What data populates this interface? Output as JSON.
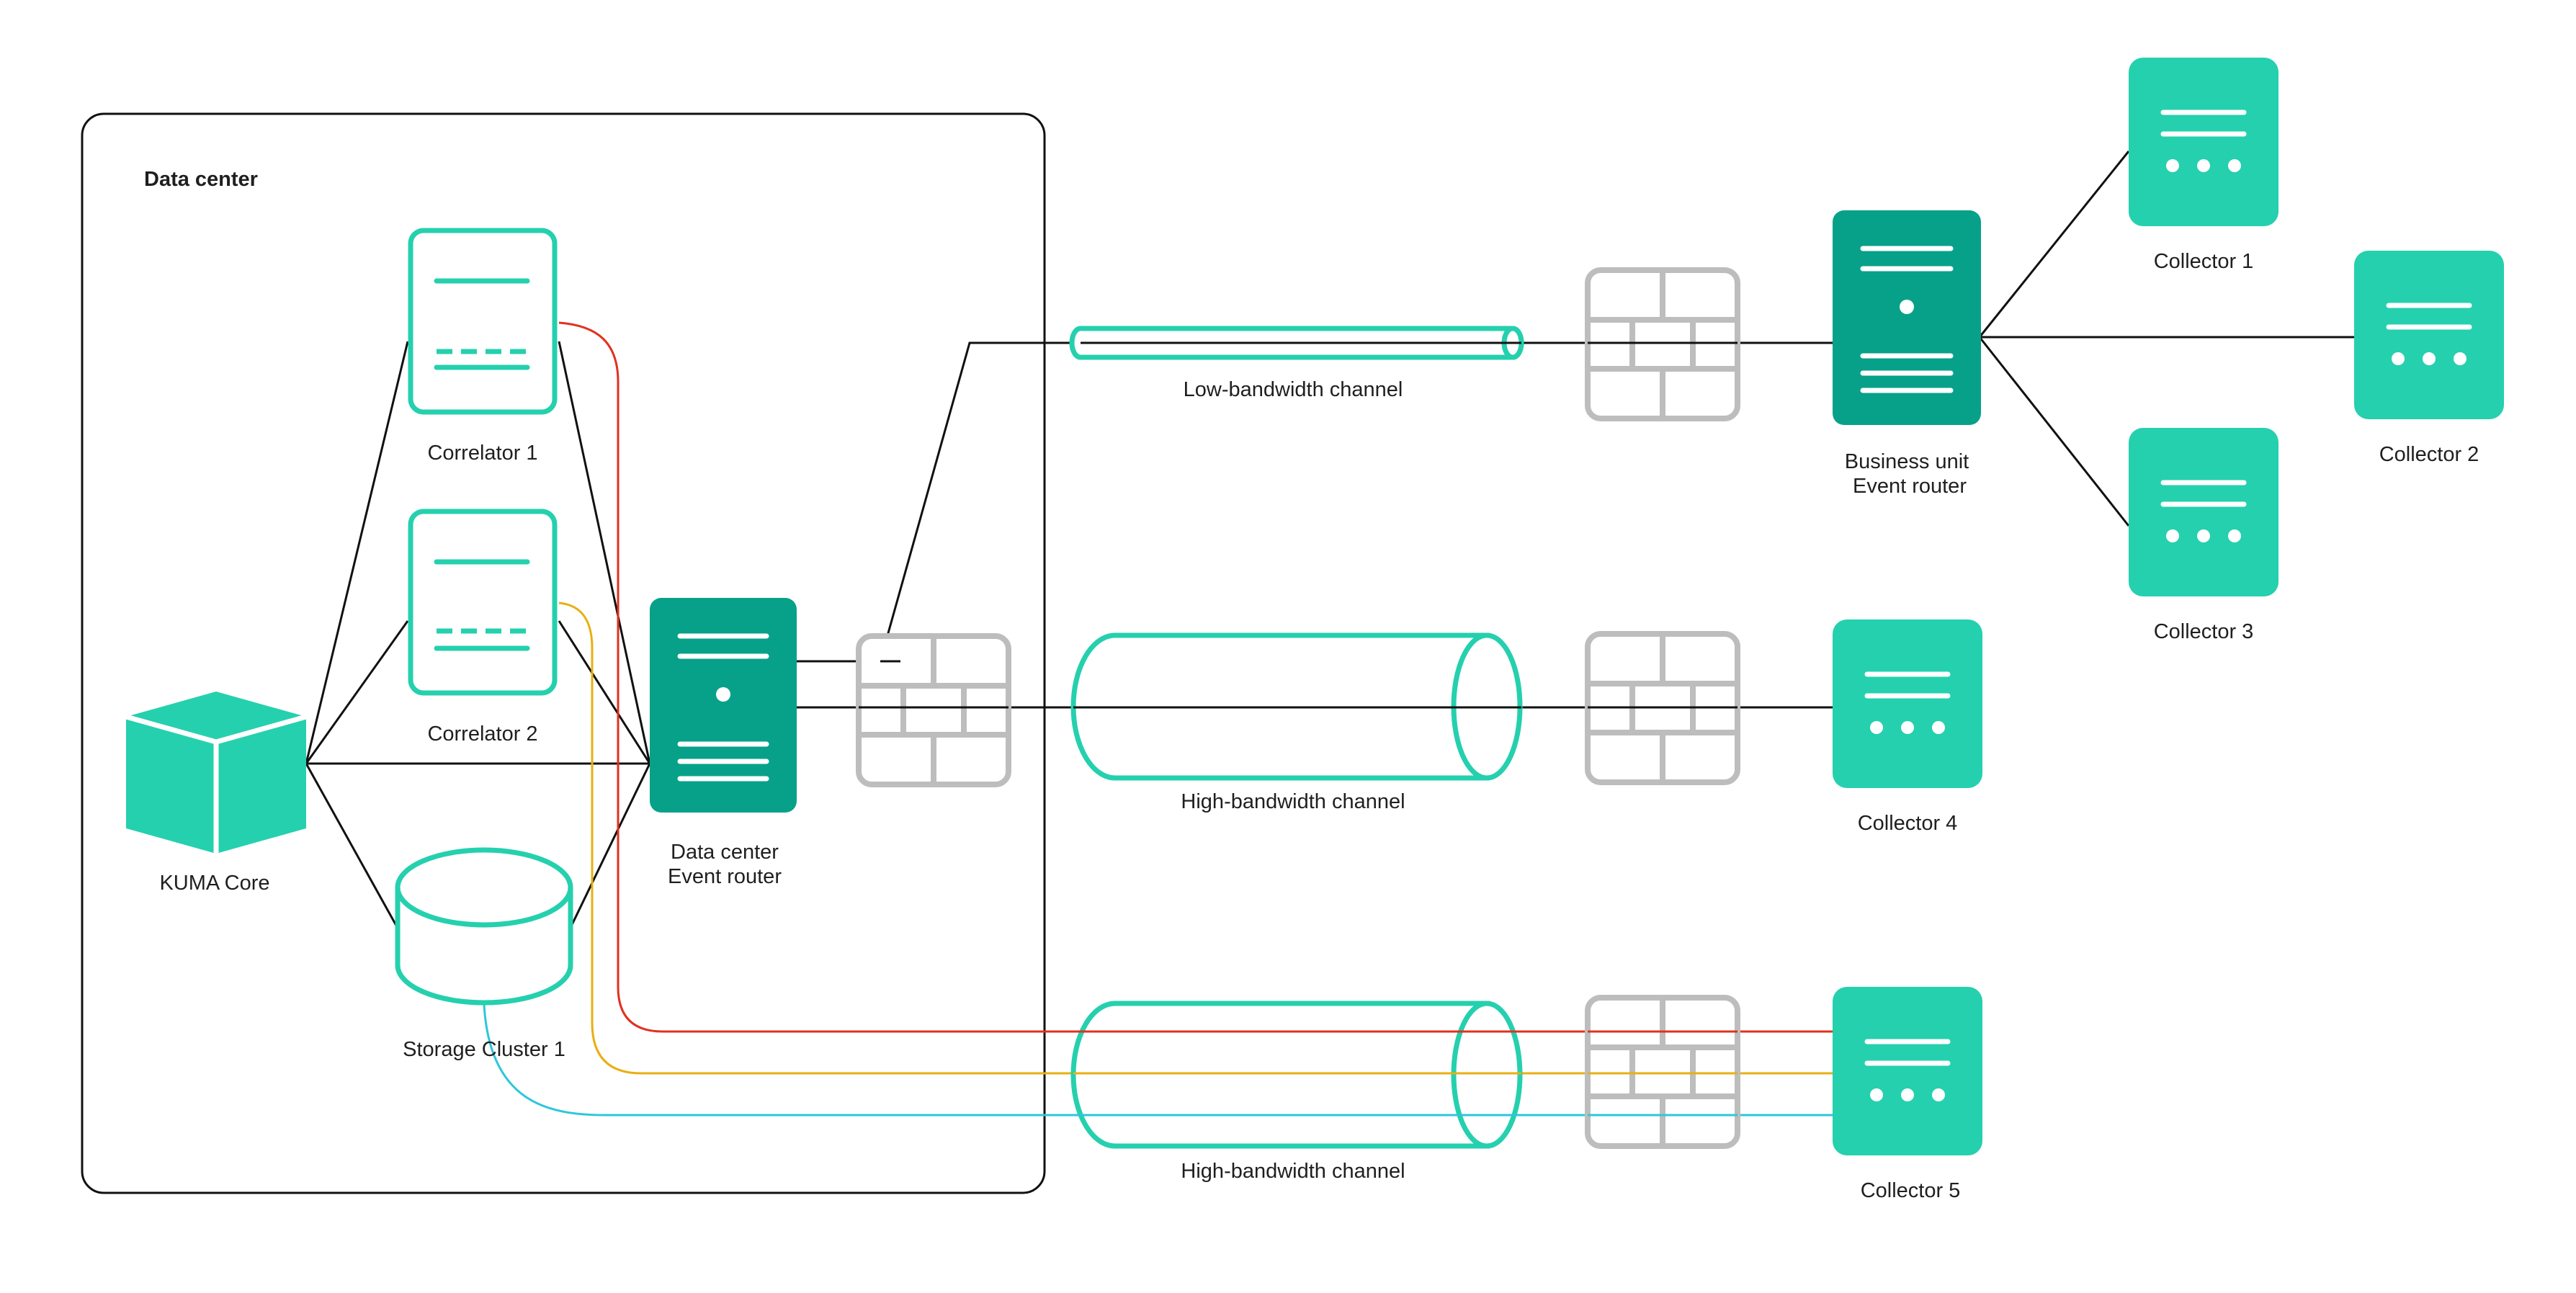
{
  "colors": {
    "teal": "#25D0AE",
    "teal_dark": "#07A189",
    "firewall_gray": "#BDBDBD",
    "line": "#111111",
    "red_link": "#E2301E",
    "yellow_link": "#E8AF12",
    "cyan_link": "#2CC7D9"
  },
  "datacenter": {
    "label": "Data center"
  },
  "nodes": {
    "kuma_core": {
      "label": "KUMA Core",
      "icon": "cube-icon"
    },
    "correlator_1": {
      "label": "Correlator 1",
      "icon": "server-outline-icon"
    },
    "correlator_2": {
      "label": "Correlator 2",
      "icon": "server-outline-icon"
    },
    "storage_cluster_1": {
      "label": "Storage Cluster 1",
      "icon": "database-cylinder-icon"
    },
    "dc_event_router": {
      "label_line1": "Data center",
      "label_line2": "Event router",
      "icon": "server-tower-icon"
    },
    "bu_event_router": {
      "label_line1": "Business unit",
      "label_line2": "Event router",
      "icon": "server-tower-icon"
    },
    "collector_1": {
      "label": "Collector 1",
      "icon": "collector-icon"
    },
    "collector_2": {
      "label": "Collector 2",
      "icon": "collector-icon"
    },
    "collector_3": {
      "label": "Collector 3",
      "icon": "collector-icon"
    },
    "collector_4": {
      "label": "Collector 4",
      "icon": "collector-icon"
    },
    "collector_5": {
      "label": "Collector 5",
      "icon": "collector-icon"
    }
  },
  "channels": {
    "low": {
      "label": "Low-bandwidth channel",
      "icon": "pipe-icon"
    },
    "high_1": {
      "label": "High-bandwidth channel",
      "icon": "pipe-icon"
    },
    "high_2": {
      "label": "High-bandwidth channel",
      "icon": "pipe-icon"
    }
  },
  "firewalls": {
    "icon": "firewall-brick-icon"
  }
}
